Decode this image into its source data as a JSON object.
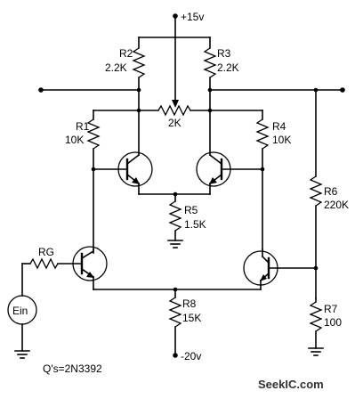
{
  "supply": {
    "positive": "+15v",
    "negative": "-20v"
  },
  "resistors": {
    "r2": {
      "name": "R2",
      "value": "2.2K"
    },
    "r3": {
      "name": "R3",
      "value": "2.2K"
    },
    "pot": {
      "value": "2K"
    },
    "r1": {
      "name": "R1",
      "value": "10K"
    },
    "r4": {
      "name": "R4",
      "value": "10K"
    },
    "r5": {
      "name": "R5",
      "value": "1.5K"
    },
    "r6": {
      "name": "R6",
      "value": "220K"
    },
    "rg": {
      "name": "RG"
    },
    "r8": {
      "name": "R8",
      "value": "15K"
    },
    "r7": {
      "name": "R7",
      "value": "100"
    }
  },
  "source": {
    "label": "Ein"
  },
  "note": "Q's=2N3392",
  "watermark": "SeekIC.com"
}
